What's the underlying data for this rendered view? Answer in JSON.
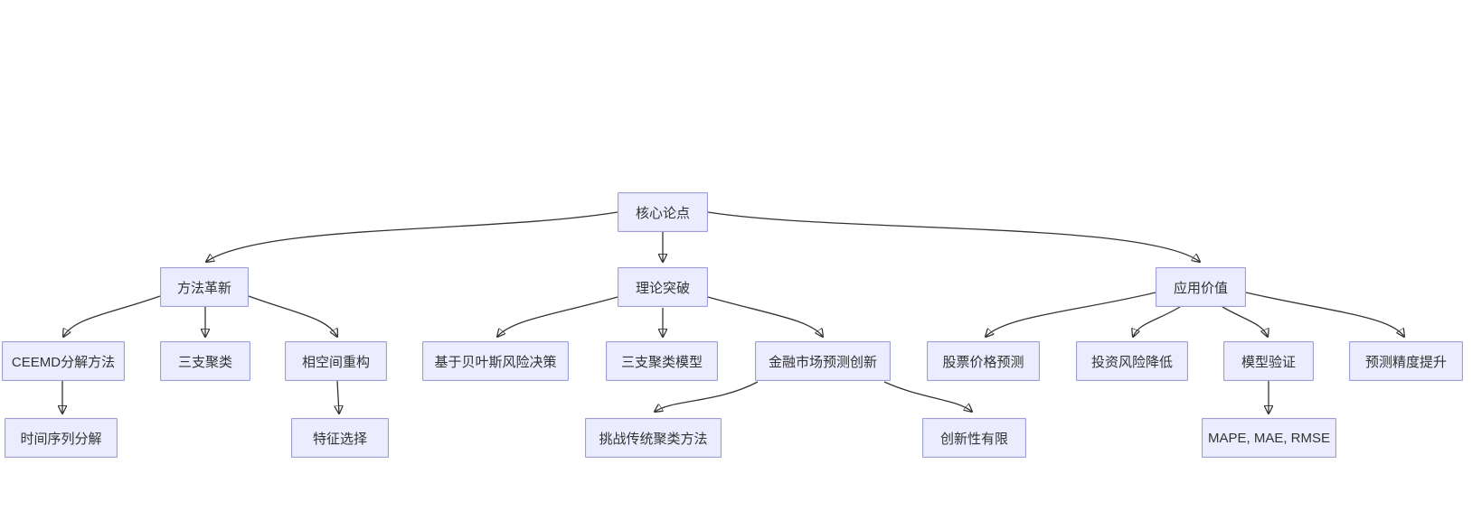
{
  "diagram": {
    "type": "flowchart-tree",
    "background_color": "#ffffff",
    "node_fill_color": "#ECECFF",
    "node_border_color": "#9370DB",
    "node_text_color": "#333333",
    "edge_color": "#333333",
    "nodes": [
      {
        "id": "core-thesis",
        "label": "核心论点",
        "level": 1
      },
      {
        "id": "method-innovation",
        "label": "方法革新",
        "level": 2
      },
      {
        "id": "theory-breakthrough",
        "label": "理论突破",
        "level": 2
      },
      {
        "id": "application-value",
        "label": "应用价值",
        "level": 2
      },
      {
        "id": "ceemd-decomposition",
        "label": "CEEMD分解方法",
        "level": 3
      },
      {
        "id": "three-way-clustering",
        "label": "三支聚类",
        "level": 3
      },
      {
        "id": "phase-space-reconstruction",
        "label": "相空间重构",
        "level": 3
      },
      {
        "id": "bayes-risk-decision",
        "label": "基于贝叶斯风险决策",
        "level": 3
      },
      {
        "id": "three-way-clustering-model",
        "label": "三支聚类模型",
        "level": 3
      },
      {
        "id": "financial-market-forecast-innovation",
        "label": "金融市场预测创新",
        "level": 3
      },
      {
        "id": "stock-price-prediction",
        "label": "股票价格预测",
        "level": 3
      },
      {
        "id": "investment-risk-reduction",
        "label": "投资风险降低",
        "level": 3
      },
      {
        "id": "model-validation",
        "label": "模型验证",
        "level": 3
      },
      {
        "id": "prediction-accuracy-improvement",
        "label": "预测精度提升",
        "level": 3
      },
      {
        "id": "time-series-decomposition",
        "label": "时间序列分解",
        "level": 4
      },
      {
        "id": "feature-selection",
        "label": "特征选择",
        "level": 4
      },
      {
        "id": "challenge-traditional-clustering",
        "label": "挑战传统聚类方法",
        "level": 4
      },
      {
        "id": "limited-novelty",
        "label": "创新性有限",
        "level": 4
      },
      {
        "id": "evaluation-metrics",
        "label": "MAPE, MAE, RMSE",
        "level": 4
      }
    ],
    "edges": [
      {
        "from": "core-thesis",
        "to": "method-innovation"
      },
      {
        "from": "core-thesis",
        "to": "theory-breakthrough"
      },
      {
        "from": "core-thesis",
        "to": "application-value"
      },
      {
        "from": "method-innovation",
        "to": "ceemd-decomposition"
      },
      {
        "from": "method-innovation",
        "to": "three-way-clustering"
      },
      {
        "from": "method-innovation",
        "to": "phase-space-reconstruction"
      },
      {
        "from": "ceemd-decomposition",
        "to": "time-series-decomposition"
      },
      {
        "from": "phase-space-reconstruction",
        "to": "feature-selection"
      },
      {
        "from": "theory-breakthrough",
        "to": "bayes-risk-decision"
      },
      {
        "from": "theory-breakthrough",
        "to": "three-way-clustering-model"
      },
      {
        "from": "theory-breakthrough",
        "to": "financial-market-forecast-innovation"
      },
      {
        "from": "financial-market-forecast-innovation",
        "to": "challenge-traditional-clustering"
      },
      {
        "from": "financial-market-forecast-innovation",
        "to": "limited-novelty"
      },
      {
        "from": "application-value",
        "to": "stock-price-prediction"
      },
      {
        "from": "application-value",
        "to": "investment-risk-reduction"
      },
      {
        "from": "application-value",
        "to": "model-validation"
      },
      {
        "from": "application-value",
        "to": "prediction-accuracy-improvement"
      },
      {
        "from": "model-validation",
        "to": "evaluation-metrics"
      }
    ]
  }
}
